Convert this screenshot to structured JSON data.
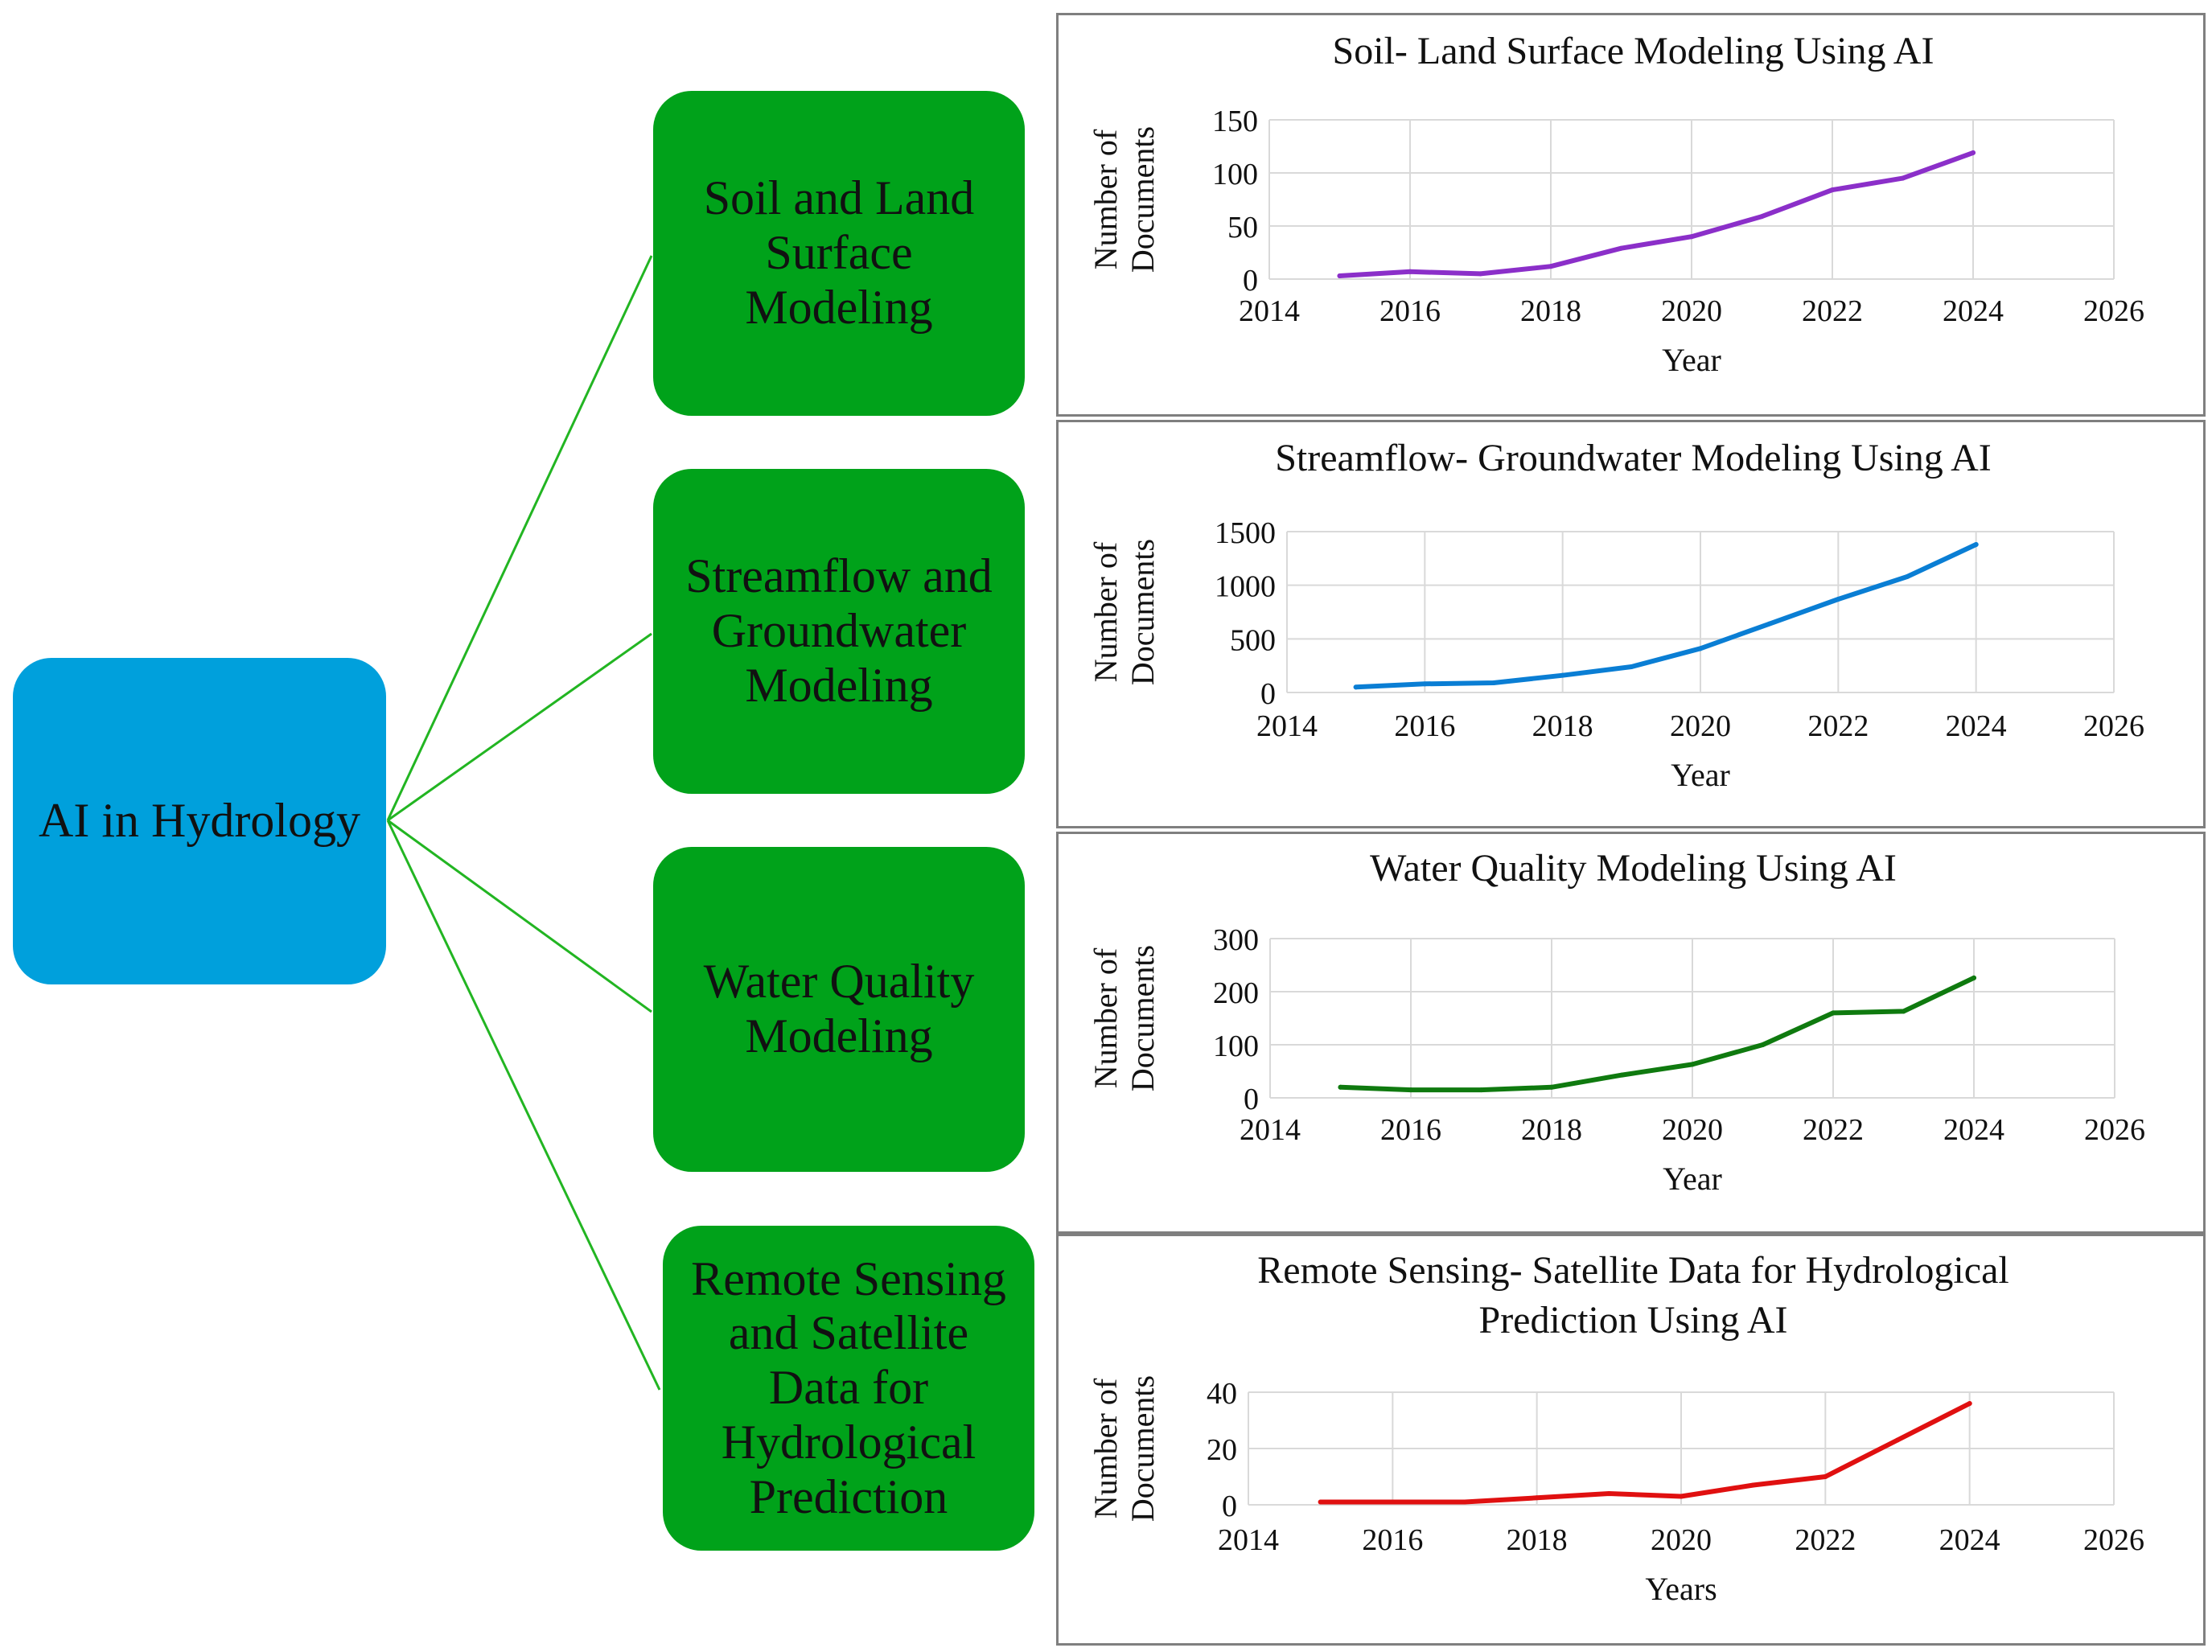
{
  "diagram": {
    "root": {
      "label": "AI in Hydrology",
      "color": "#00a0dc"
    },
    "categories": [
      {
        "label": "Soil and Land\nSurface\nModeling",
        "color": "#00a21a"
      },
      {
        "label": "Streamflow and\nGroundwater\nModeling",
        "color": "#00a21a"
      },
      {
        "label": "Water Quality\nModeling",
        "color": "#00a21a"
      },
      {
        "label": "Remote Sensing\nand Satellite\nData for\nHydrological\nPrediction",
        "color": "#00a21a"
      }
    ],
    "connector_color": "#22b522"
  },
  "chart_data": [
    {
      "type": "line",
      "title": [
        "Soil- Land Surface Modeling Using AI"
      ],
      "xlabel": "Year",
      "ylabel": [
        "Number of",
        "Documents"
      ],
      "xlim": [
        2014,
        2026
      ],
      "xticks": [
        2014,
        2016,
        2018,
        2020,
        2022,
        2024,
        2026
      ],
      "ylim": [
        0,
        150
      ],
      "yticks": [
        0,
        50,
        100,
        150
      ],
      "grid": true,
      "series": [
        {
          "color": "#8b2fc9",
          "x": [
            2015,
            2016,
            2017,
            2018,
            2019,
            2020,
            2021,
            2022,
            2023,
            2024
          ],
          "y": [
            3,
            7,
            5,
            12,
            29,
            40,
            59,
            84,
            95,
            119
          ]
        }
      ]
    },
    {
      "type": "line",
      "title": [
        "Streamflow- Groundwater Modeling Using AI"
      ],
      "xlabel": "Year",
      "ylabel": [
        "Number of",
        "Documents"
      ],
      "xlim": [
        2014,
        2026
      ],
      "xticks": [
        2014,
        2016,
        2018,
        2020,
        2022,
        2024,
        2026
      ],
      "ylim": [
        0,
        1500
      ],
      "yticks": [
        0,
        500,
        1000,
        1500
      ],
      "grid": true,
      "series": [
        {
          "color": "#0a7ed4",
          "x": [
            2015,
            2016,
            2017,
            2018,
            2019,
            2020,
            2021,
            2022,
            2023,
            2024
          ],
          "y": [
            50,
            80,
            90,
            160,
            240,
            410,
            640,
            870,
            1080,
            1380
          ]
        }
      ]
    },
    {
      "type": "line",
      "title": [
        "Water Quality Modeling Using AI"
      ],
      "xlabel": "Year",
      "ylabel": [
        "Number of",
        "Documents"
      ],
      "xlim": [
        2014,
        2026
      ],
      "xticks": [
        2014,
        2016,
        2018,
        2020,
        2022,
        2024,
        2026
      ],
      "ylim": [
        0,
        300
      ],
      "yticks": [
        0,
        100,
        200,
        300
      ],
      "grid": true,
      "series": [
        {
          "color": "#0f7a0f",
          "x": [
            2015,
            2016,
            2017,
            2018,
            2019,
            2020,
            2021,
            2022,
            2023,
            2024
          ],
          "y": [
            20,
            15,
            15,
            20,
            43,
            63,
            100,
            160,
            163,
            226
          ]
        }
      ]
    },
    {
      "type": "line",
      "title": [
        "Remote Sensing- Satellite Data for Hydrological",
        "Prediction Using AI"
      ],
      "xlabel": "Years",
      "ylabel": [
        "Number of",
        "Documents"
      ],
      "xlim": [
        2014,
        2026
      ],
      "xticks": [
        2014,
        2016,
        2018,
        2020,
        2022,
        2024,
        2026
      ],
      "ylim": [
        0,
        40
      ],
      "yticks": [
        0,
        20,
        40
      ],
      "grid": true,
      "series": [
        {
          "color": "#e01010",
          "x": [
            2015,
            2016,
            2017,
            2018,
            2019,
            2020,
            2021,
            2022,
            2023,
            2024
          ],
          "y": [
            1,
            1,
            1,
            2.5,
            4,
            3,
            7,
            10,
            23,
            36
          ]
        }
      ]
    }
  ]
}
